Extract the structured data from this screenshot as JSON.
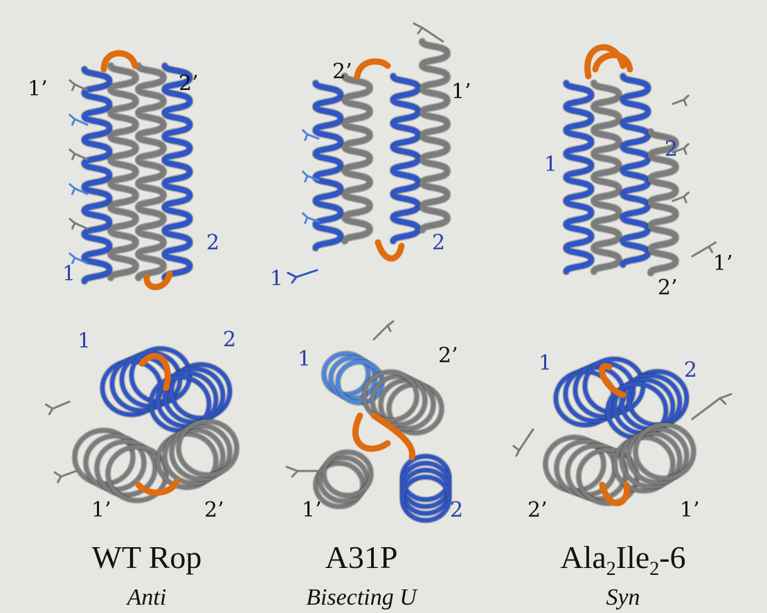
{
  "colors": {
    "background": "#e6e6e2",
    "helix_blue": "#2f56c6",
    "helix_blue_light": "#4f86d8",
    "helix_grey": "#7c7c7c",
    "loop_orange": "#e06c10",
    "label_blue": "#2a3fa8",
    "label_dark": "#111111"
  },
  "panels": [
    {
      "title": "WT Rop",
      "subtitle": "Anti",
      "side_labels": [
        "1’",
        "2’",
        "2",
        "1"
      ],
      "top_labels": [
        "1",
        "2",
        "1’",
        "2’"
      ]
    },
    {
      "title": "A31P",
      "subtitle": "Bisecting U",
      "side_labels": [
        "2’",
        "1’",
        "2",
        "1"
      ],
      "top_labels": [
        "1",
        "2’",
        "1’",
        "2"
      ]
    },
    {
      "title": "Ala",
      "title_sub1": "2",
      "title_mid": "Ile",
      "title_sub2": "2",
      "title_end": "-6",
      "subtitle": "Syn",
      "side_labels": [
        "1",
        "2",
        "1’",
        "2’"
      ],
      "top_labels": [
        "1",
        "2",
        "2’",
        "1’"
      ]
    }
  ]
}
